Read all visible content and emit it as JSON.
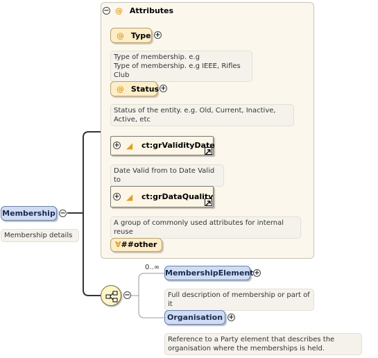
{
  "attributes": {
    "header": "Attributes",
    "type": {
      "name": "Type",
      "desc": [
        "Type of membership. e.g",
        "Type of membership. e.g IEEE, Rifles Club"
      ]
    },
    "status": {
      "name": "Status",
      "desc": [
        "Status of the entity. e.g. Old, Current, Inactive,",
        "Active, etc"
      ]
    },
    "validity": {
      "name": "ct:grValidityDate",
      "desc": "Date Valid from to Date Valid to"
    },
    "quality": {
      "name": "ct:grDataQuality",
      "desc": "A group of commonly used attributes for internal reuse"
    },
    "other": "##other"
  },
  "root": {
    "name": "Membership",
    "desc": "Membership details"
  },
  "sequence": {
    "cardinality": "0..∞",
    "elements": [
      {
        "name": "MembershipElement",
        "desc": [
          "Full description of membership or part of it"
        ]
      },
      {
        "name": "Organisation",
        "desc": [
          "Reference to a Party element that describes the",
          "organisation where the memberships is held."
        ]
      }
    ]
  },
  "icons": {
    "toggle_minus": "−",
    "toggle_plus": "+",
    "at": "@",
    "any": "∀",
    "group": "group-icon",
    "external": "external-link-icon"
  },
  "colors": {
    "attr_fill": "#fdedc8",
    "element_fill": "#cfdcf4",
    "panel_fill": "#fbf7ed",
    "at_color": "#e0a024"
  }
}
